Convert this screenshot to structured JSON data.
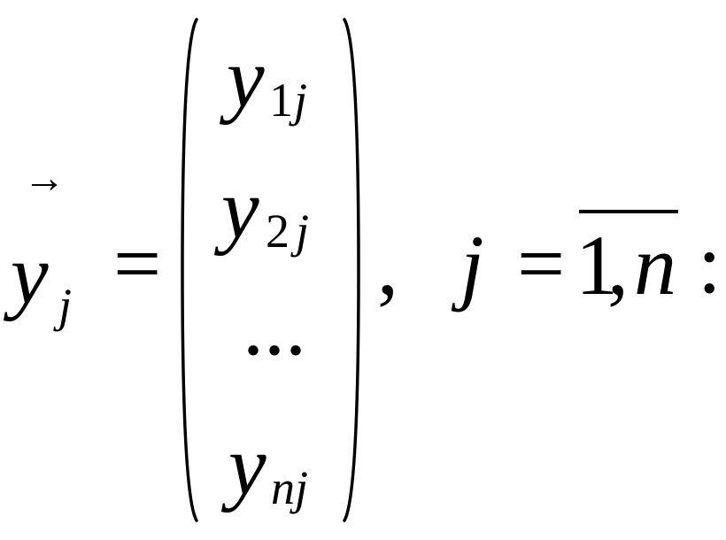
{
  "formula": {
    "lhs": {
      "symbol": "y",
      "subscript": "j",
      "vector_arrow": "→"
    },
    "equals": "=",
    "vector_entries": [
      {
        "symbol": "y",
        "subscript_num": "1",
        "subscript_var": "j"
      },
      {
        "symbol": "y",
        "subscript_num": "2",
        "subscript_var": "j"
      },
      {
        "ellipsis": "..."
      },
      {
        "symbol": "y",
        "subscript": "nj"
      }
    ],
    "comma": ",",
    "index": {
      "var": "j",
      "equals": "=",
      "range_start": "1",
      "range_sep": ",",
      "range_end": "n",
      "terminator": ":"
    }
  }
}
